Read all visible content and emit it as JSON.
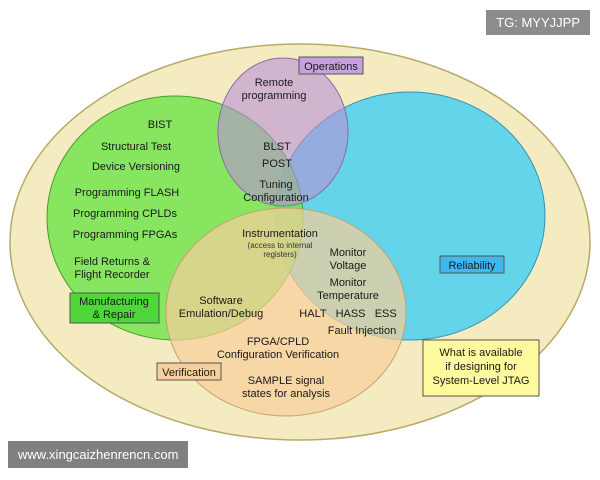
{
  "watermark_top": "TG: MYYJJPP",
  "watermark_bottom": "www.xingcaizhenrencn.com",
  "categories": {
    "operations": "Operations",
    "reliability": "Reliability",
    "manufacturing": [
      "Manufacturing",
      "& Repair"
    ],
    "verification": "Verification"
  },
  "manufacturing_items": [
    "BIST",
    "Structural Test",
    "Device Versioning",
    "Programming FLASH",
    "Programming CPLDs",
    "Programming FPGAs",
    "Field Returns &",
    "Flight Recorder"
  ],
  "operations_items": [
    "Remote",
    "programming"
  ],
  "overlap_ops_mfg_rel": [
    "BLST",
    "POST"
  ],
  "overlap_center_top": [
    "Tuning",
    "Configuration"
  ],
  "center": {
    "title": "Instrumentation",
    "note": [
      "(access to internal",
      "registers)"
    ]
  },
  "reliability_items": [
    "Monitor",
    "Voltage",
    "Monitor",
    "Temperature",
    "HALT   HASS   ESS",
    "Fault Injection"
  ],
  "mfg_ver_items": [
    "Software",
    "Emulation/Debug"
  ],
  "verification_items": [
    "FPGA/CPLD",
    "Configuration Verification",
    "SAMPLE signal",
    "states for analysis"
  ],
  "note_box": [
    "What is available",
    "if designing for",
    "System-Level JTAG"
  ],
  "colors": {
    "outer": "#f4ecc0",
    "operations": "#c7a0dd",
    "reliability": "#4fd0ef",
    "manufacturing": "#6fe34a",
    "verification": "#f7cf9a",
    "note_box": "#fffa9e"
  }
}
